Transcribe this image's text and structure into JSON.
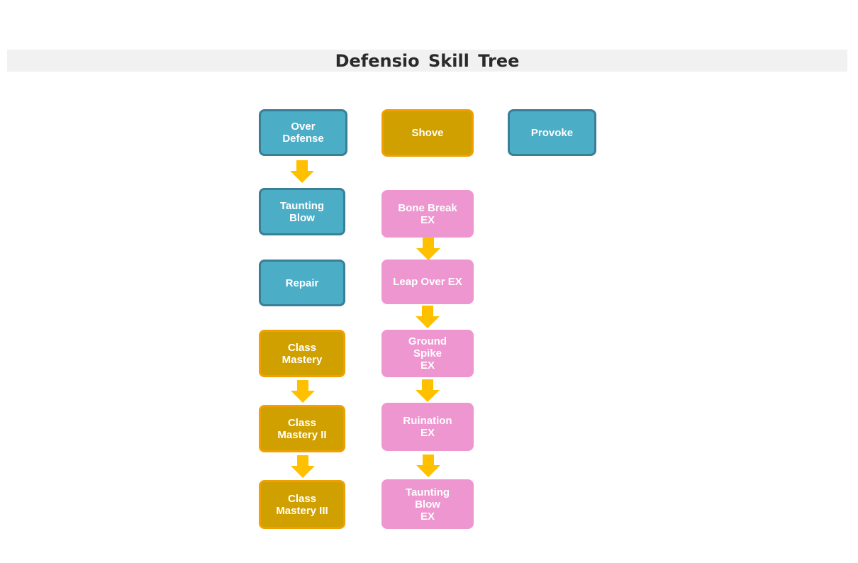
{
  "title": "Defensio  Skill  Tree",
  "colors": {
    "blue_fill": "#4badc6",
    "blue_border": "#3a7f97",
    "gold_fill": "#d0a000",
    "gold_border": "#f0a000",
    "pink_fill": "#ee96d0",
    "arrow": "#ffc000"
  },
  "nodes": {
    "over_defense": "Over\nDefense",
    "taunting_blow": "Taunting\nBlow",
    "repair": "Repair",
    "class_mastery": "Class\nMastery",
    "class_mastery_2": "Class\nMastery II",
    "class_mastery_3": "Class\nMastery III",
    "shove": "Shove",
    "provoke": "Provoke",
    "bone_break_ex": "Bone Break\nEX",
    "leap_over_ex": "Leap Over EX",
    "ground_spike_ex": "Ground\nSpike\nEX",
    "ruination_ex": "Ruination\nEX",
    "taunting_blow_ex": "Taunting\nBlow\nEX"
  }
}
